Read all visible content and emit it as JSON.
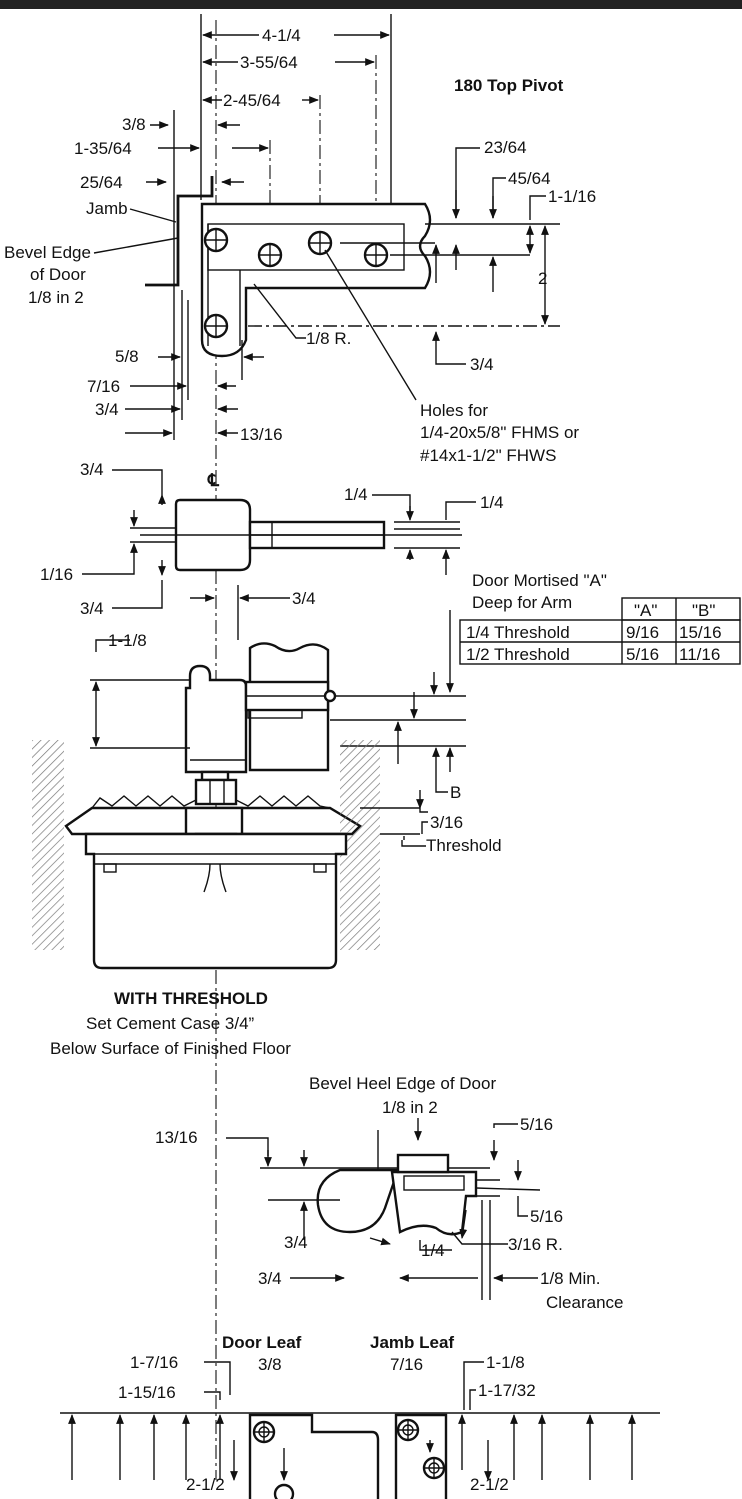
{
  "top_pivot": {
    "title": "180 Top Pivot",
    "dim_4_1_4": "4-1/4",
    "dim_3_55_64": "3-55/64",
    "dim_2_45_64": "2-45/64",
    "dim_3_8": "3/8",
    "dim_1_35_64": "1-35/64",
    "dim_25_64": "25/64",
    "jamb": "Jamb",
    "bevel_1": "Bevel Edge",
    "bevel_2": "of Door",
    "bevel_3": "1/8 in 2",
    "dim_23_64": "23/64",
    "dim_45_64": "45/64",
    "dim_1_1_16": "1-1/16",
    "dim_2": "2",
    "dim_1_8_r": "1/8 R.",
    "dim_3_4": "3/4",
    "dim_5_8": "5/8",
    "dim_7_16": "7/16",
    "dim_3_4_b": "3/4",
    "dim_13_16": "13/16",
    "holes_1": "Holes for",
    "holes_2": "1/4-20x5/8\" FHMS or",
    "holes_3": "#14x1-1/2\" FHWS"
  },
  "arm": {
    "centerline": "℄",
    "dim_3_4_top": "3/4",
    "dim_1_16": "1/16",
    "dim_3_4_bottom": "3/4",
    "dim_1_4_a": "1/4",
    "dim_1_4_b": "1/4",
    "dim_3_4_right": "3/4"
  },
  "mortise_table": {
    "caption_1": "Door Mortised \"A\"",
    "caption_2": "Deep for Arm",
    "headers": [
      "\"A\"",
      "\"B\""
    ],
    "rows": [
      [
        "1/4 Threshold",
        "9/16",
        "15/16"
      ],
      [
        "1/2 Threshold",
        "5/16",
        "11/16"
      ]
    ]
  },
  "threshold_section": {
    "dim_1_1_8": "1-1/8",
    "label_b": "B",
    "dim_3_16": "3/16",
    "threshold": "Threshold",
    "caption_title": "WITH THRESHOLD",
    "caption_line1": "Set Cement Case 3/4”",
    "caption_line2": "Below Surface of Finished Floor"
  },
  "heel": {
    "caption_1": "Bevel Heel Edge of Door",
    "caption_2": "1/8 in 2",
    "dim_13_16": "13/16",
    "dim_5_16_a": "5/16",
    "dim_5_16_b": "5/16",
    "dim_3_4_a": "3/4",
    "dim_1_4": "1/4",
    "dim_3_16_r": "3/16 R.",
    "dim_3_4_b": "3/4",
    "min_clear_1": "1/8 Min.",
    "min_clear_2": "Clearance"
  },
  "leaves": {
    "door_leaf": "Door Leaf",
    "jamb_leaf": "Jamb Leaf",
    "dim_1_7_16": "1-7/16",
    "dim_3_8": "3/8",
    "dim_1_15_16": "1-15/16",
    "dim_2_1_2_a": "2-1/2",
    "dim_7_16": "7/16",
    "dim_1_1_8": "1-1/8",
    "dim_1_17_32": "1-17/32",
    "dim_2_1_2_b": "2-1/2"
  }
}
